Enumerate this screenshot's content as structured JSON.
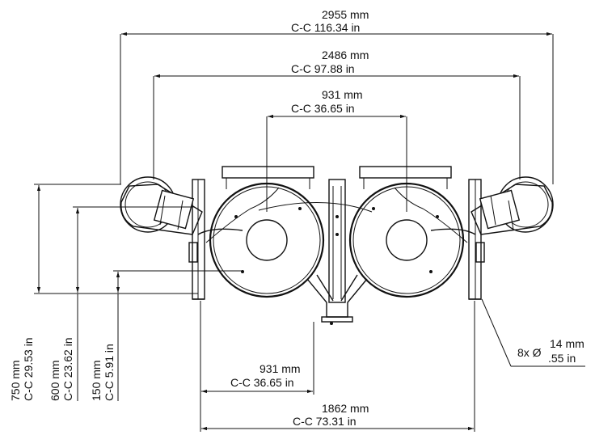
{
  "dimensions": {
    "overall_width": {
      "mm": "2955 mm",
      "in": "C-C 116.34 in"
    },
    "inlet_spacing": {
      "mm": "2486 mm",
      "in": "C-C 97.88 in"
    },
    "top_center_spacing": {
      "mm": "931 mm",
      "in": "C-C 36.65 in"
    },
    "foot_spacing": {
      "mm": "1862 mm",
      "in": "C-C 73.31 in"
    },
    "bottom_center_offset": {
      "mm": "931 mm",
      "in": "C-C 36.65 in"
    },
    "height_750": {
      "mm": "750 mm",
      "in": "C-C 29.53 in"
    },
    "height_600": {
      "mm": "600 mm",
      "in": "C-C 23.62 in"
    },
    "height_150": {
      "mm": "150 mm",
      "in": "C-C 5.91 in"
    }
  },
  "holes_note": {
    "count": "8x Ø",
    "mm": "14 mm",
    "in": ".55 in"
  }
}
